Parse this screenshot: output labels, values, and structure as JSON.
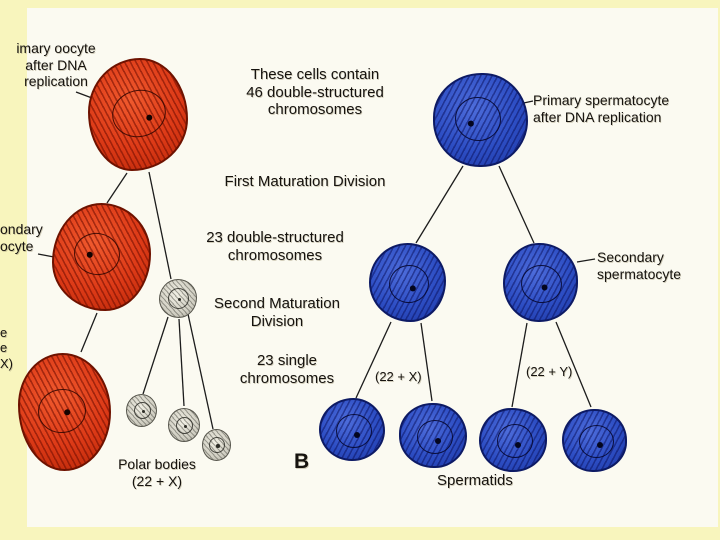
{
  "colors": {
    "page_bg": "#f8f5bd",
    "panel_bg": "#fbfaf1",
    "oocyte_fill": "#dd3a17",
    "oocyte_outline": "#6e1200",
    "spermatocyte_fill": "#2d4ec4",
    "spermatocyte_outline": "#0d1a64",
    "polar_body_fill": "#cfcdc1",
    "connector_line": "#1c1c1c"
  },
  "left_column": {
    "primary_oocyte_label": "imary oocyte\nafter DNA\nreplication",
    "secondary_oocyte_label": "ondary\nocyte",
    "edge_fragment": "e\ne\nX)",
    "polar_bodies_label": "Polar bodies\n(22 + X)"
  },
  "center_column": {
    "cells_contain": "These cells contain\n46 double-structured\nchromosomes",
    "first_division": "First Maturation Division",
    "double_23": "23 double-structured\nchromosomes",
    "second_division": "Second Maturation\nDivision",
    "single_23": "23 single\nchromosomes",
    "b_marker": "B"
  },
  "right_column": {
    "primary_spermatocyte_label": "Primary spermatocyte\nafter DNA replication",
    "secondary_spermatocyte_label": "Secondary\nspermatocyte",
    "x_label": "(22 + X)",
    "y_label": "(22 + Y)",
    "spermatids_label": "Spermatids"
  }
}
